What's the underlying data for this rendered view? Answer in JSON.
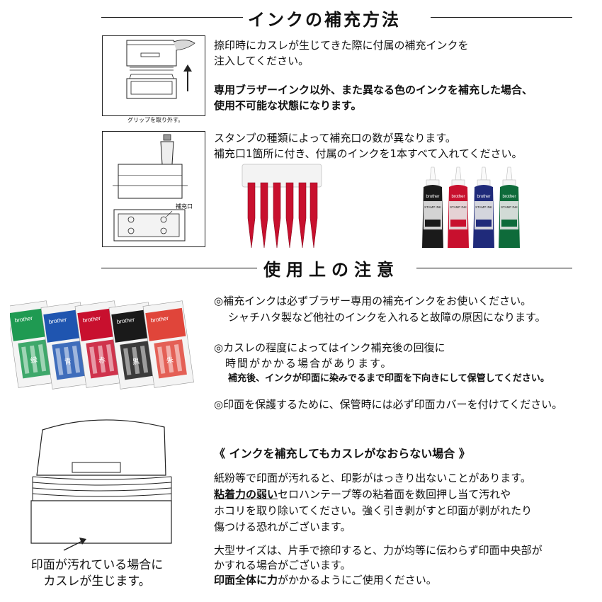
{
  "section1": {
    "title": "インクの補充方法",
    "caption_grip": "グリップを取り外す。",
    "label_hokyu": "補充口",
    "para1_line1": "捺印時にカスレが生じてきた際に付属の補充インクを",
    "para1_line2": "注入してください。",
    "warn_line1": "専用ブラザーインク以外、また異なる色のインクを補充した場合、",
    "warn_line2": "使用不可能な状態になります。",
    "para2_line1": "スタンプの種類によって補充口の数が異なります。",
    "para2_line2": "補充口1箇所に付き、付属のインクを1本すべて入れてください。",
    "bottle_brand": "brother",
    "bottle_label": "STAMP INK",
    "bottle_colors": [
      "#1a1a1a",
      "#c8102e",
      "#1f2a7a",
      "#0e6b3a"
    ]
  },
  "section2": {
    "title": "使用上の注意",
    "pack_brand": "brother",
    "pack_colors": [
      "#1f9a52",
      "#1f55b0",
      "#c8102e",
      "#1a1a1a",
      "#e0453a"
    ],
    "pack_labels": [
      "緑",
      "青",
      "赤",
      "黒",
      "朱"
    ],
    "note1_line1": "◎補充インクは必ずブラザー専用の補充インクをお使いください。",
    "note1_line2": "シャチハタ製など他社のインクを入れると故障の原因になります。",
    "note2_line1": "◎カスレの程度によってはインク補充後の回復に",
    "note2_line2": "時間がかかる場合があります。",
    "note2_line3": "補充後、インクが印面に染みでるまで印面を下向きにして保管してください。",
    "note3": "◎印面を保護するために、保管時には必ず印面カバーを付けてください。"
  },
  "section3": {
    "title": "《 インクを補充してもカスレがなおらない場合 》",
    "p1": "紙粉等で印面が汚れると、印影がはっきり出ないことがあります。",
    "p2_emph": "粘着力の弱い",
    "p2_rest": "セロハンテープ等の粘着面を数回押し当て汚れや",
    "p3": "ホコリを取り除いてください。強く引き剥がすと印面が剥がれたり",
    "p4": "傷つける恐れがございます。",
    "p5": "大型サイズは、片手で捺印すると、力が均等に伝わらず印面中央部が",
    "p6": "かすれる場合がございます。",
    "p7_emph": "印面全体に力",
    "p7_rest": "がかかるようにご使用ください。",
    "stamp_caption_line1": "印面が汚れている場合に",
    "stamp_caption_line2": "カスレが生じます。"
  }
}
